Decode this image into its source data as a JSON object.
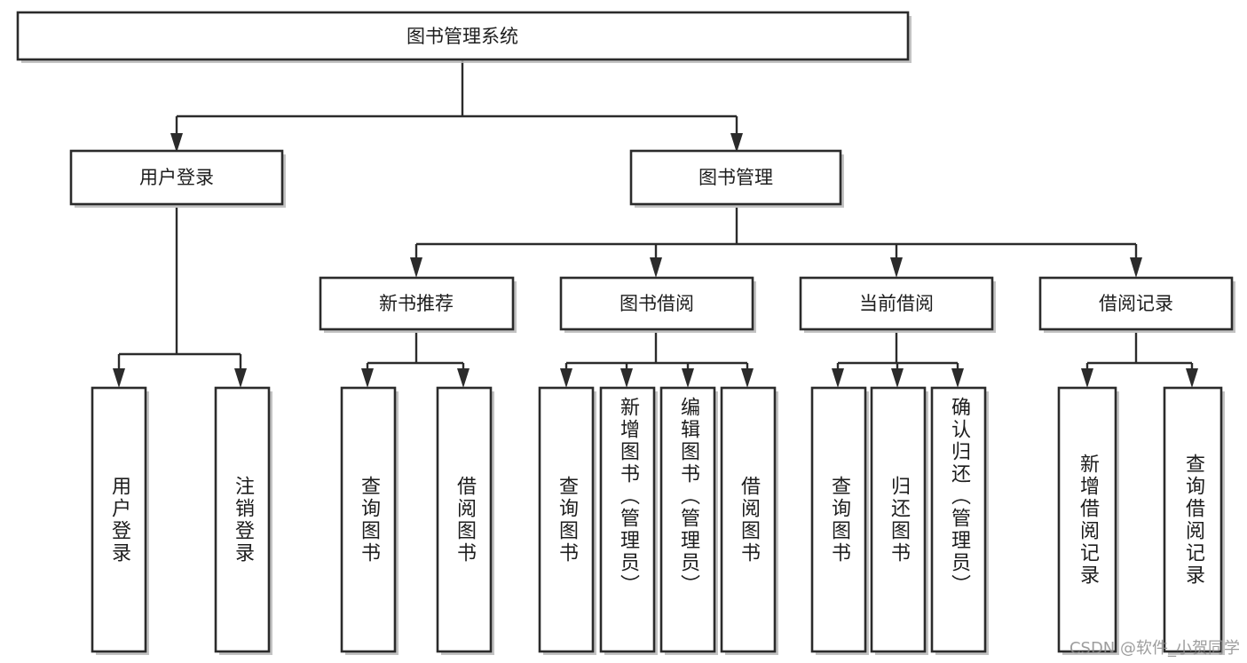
{
  "diagram": {
    "title": "图书管理系统",
    "type": "tree-hierarchy-chart",
    "root": {
      "id": "root",
      "label": "图书管理系统"
    },
    "level2": [
      {
        "id": "user-login",
        "label": "用户登录"
      },
      {
        "id": "book-management",
        "label": "图书管理"
      }
    ],
    "level3": [
      {
        "id": "new-book-recommend",
        "label": "新书推荐"
      },
      {
        "id": "book-borrow",
        "label": "图书借阅"
      },
      {
        "id": "current-borrow",
        "label": "当前借阅"
      },
      {
        "id": "borrow-record",
        "label": "借阅记录"
      }
    ],
    "leaves": {
      "user_login": [
        {
          "id": "leaf-user-login",
          "label": "用户登录"
        },
        {
          "id": "leaf-logout-login",
          "label": "注销登录"
        }
      ],
      "new_book_recommend": [
        {
          "id": "leaf-query-book-1",
          "label": "查询图书"
        },
        {
          "id": "leaf-borrow-book-1",
          "label": "借阅图书"
        }
      ],
      "book_borrow": [
        {
          "id": "leaf-query-book-2",
          "label": "查询图书"
        },
        {
          "id": "leaf-add-book",
          "label": "新增图书（管理员）"
        },
        {
          "id": "leaf-edit-book",
          "label": "编辑图书（管理员）"
        },
        {
          "id": "leaf-borrow-book-2",
          "label": "借阅图书"
        }
      ],
      "current_borrow": [
        {
          "id": "leaf-query-book-3",
          "label": "查询图书"
        },
        {
          "id": "leaf-return-book",
          "label": "归还图书"
        },
        {
          "id": "leaf-confirm-return",
          "label": "确认归还（管理员）"
        }
      ],
      "borrow_record": [
        {
          "id": "leaf-add-borrow-record",
          "label": "新增借阅记录"
        },
        {
          "id": "leaf-query-borrow-record",
          "label": "查询借阅记录"
        }
      ]
    }
  },
  "watermark": {
    "text": "CSDN @软件_小贺同学"
  },
  "colors": {
    "box_stroke": "#2b2b2b",
    "box_fill": "#ffffff",
    "connector": "#2b2b2b",
    "text": "#1d1d1d",
    "shadow": "#b9b9b9",
    "watermark": "#8d8d8d",
    "background": "#ffffff"
  }
}
